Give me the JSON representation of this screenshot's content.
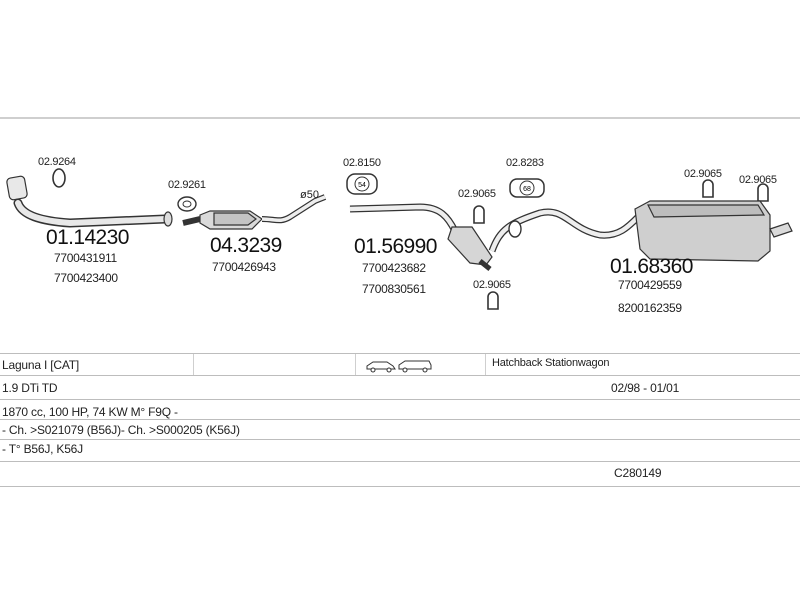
{
  "clamp_codes": {
    "c1": "02.9264",
    "c2": "02.9261",
    "c3": "02.8150",
    "c4": "02.9065",
    "c5": "02.8283",
    "c6": "02.9065",
    "c7": "02.9065",
    "c8": "02.9065"
  },
  "parts": [
    {
      "number": "01.14230",
      "oem": [
        "7700431911",
        "7700423400"
      ]
    },
    {
      "number": "04.3239",
      "oem": [
        "7700426943"
      ]
    },
    {
      "number": "01.56990",
      "oem": [
        "7700423682",
        "7700830561"
      ]
    },
    {
      "number": "01.68360",
      "oem": [
        "7700429559",
        "8200162359"
      ]
    }
  ],
  "pipe_diameter": "ø50",
  "clamp_badges": {
    "c3": "54",
    "c5": "68"
  },
  "table": {
    "model": "Laguna I  [CAT]",
    "body_types": "Hatchback Stationwagon",
    "engine": "1.9 DTi TD",
    "years": "02/98 - 01/01",
    "spec_line": "1870 cc, 100 HP, 74 KW M° F9Q -",
    "chassis_line": "- Ch. >S021079 (B56J)- Ch. >S000205 (K56J)",
    "type_line": "- T° B56J, K56J",
    "catalog_code": "C280149"
  }
}
